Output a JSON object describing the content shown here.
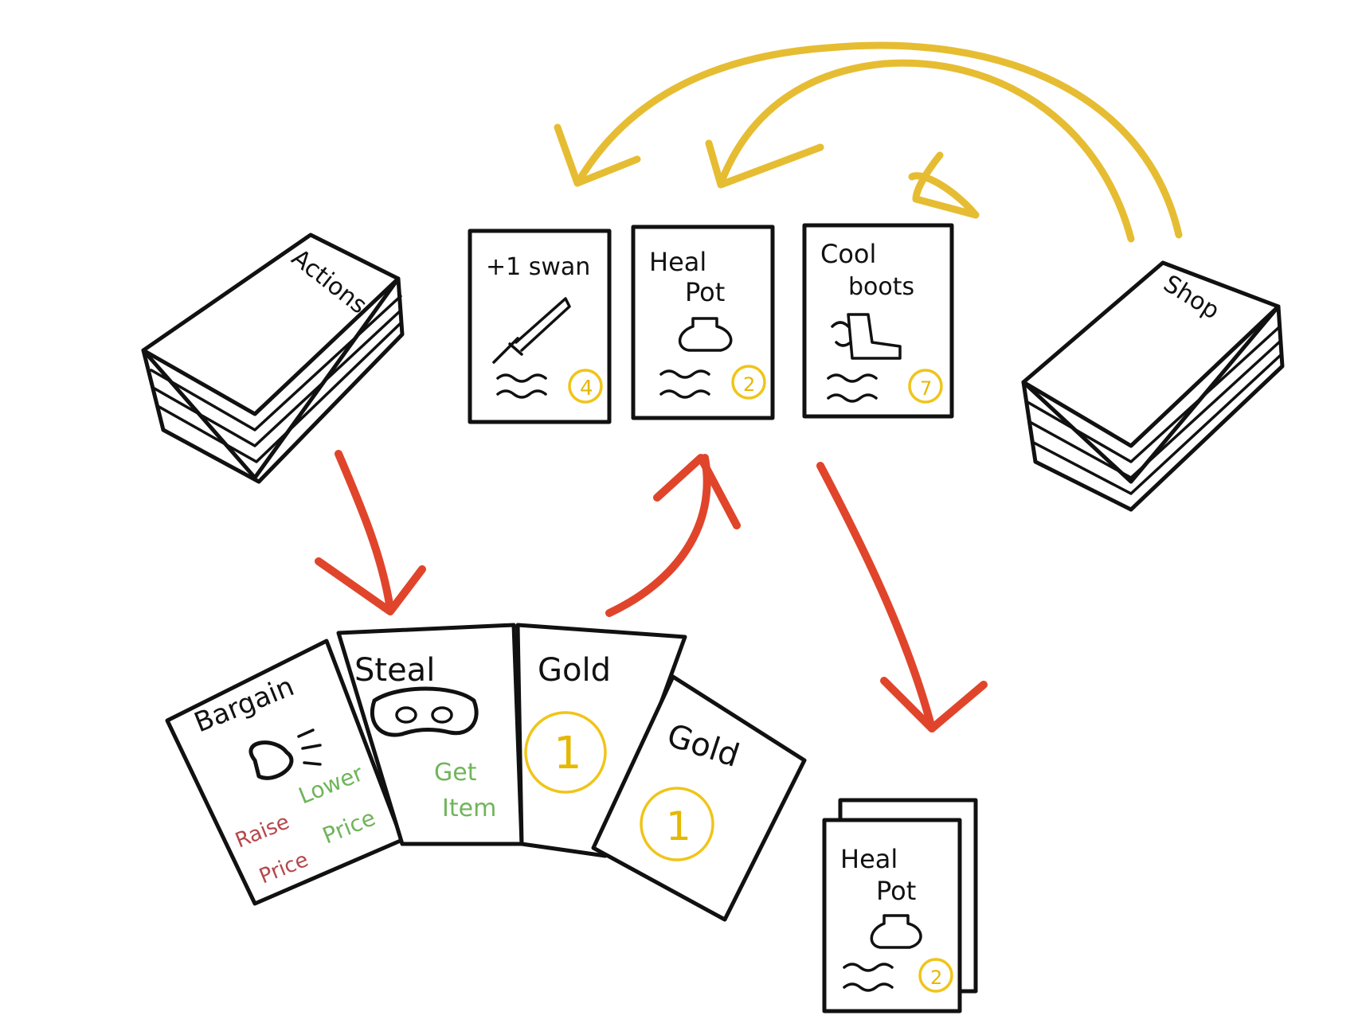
{
  "decks": {
    "actions_label": "Actions",
    "shop_label": "Shop"
  },
  "shop_row": [
    {
      "name_line1": "+1 swan",
      "name_line2": "",
      "price": "4"
    },
    {
      "name_line1": "Heal",
      "name_line2": "Pot",
      "price": "2"
    },
    {
      "name_line1": "Cool",
      "name_line2": "boots",
      "price": "7"
    }
  ],
  "hand": {
    "bargain": {
      "title": "Bargain",
      "raise_line1": "Raise",
      "raise_line2": "Price",
      "lower_line1": "Lower",
      "lower_line2": "Price"
    },
    "steal": {
      "title": "Steal",
      "get_line1": "Get",
      "get_line2": "Item"
    },
    "gold1": {
      "title": "Gold",
      "value": "1"
    },
    "gold2": {
      "title": "Gold",
      "value": "1"
    }
  },
  "discard": {
    "name_line1": "Heal",
    "name_line2": "Pot",
    "price": "2"
  },
  "colors": {
    "shop_flow": "#e6bd32",
    "player_flow": "#e0452b",
    "raise_text": "#b5474a",
    "lower_text": "#6fb55a",
    "gold": "#f0c419"
  }
}
